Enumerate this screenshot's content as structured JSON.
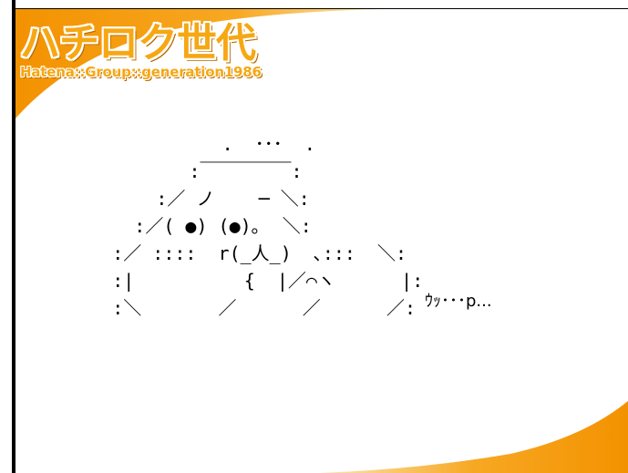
{
  "logo": {
    "title": "ハチロク世代",
    "subtitle": "Hatena::Group::generation1986"
  },
  "ascii_art": {
    "lines": [
      "               .  ･･･  .",
      "            :￣￣￣￣￣:",
      "         :／ ノ    ─ ＼:",
      "       :／( ●) (●)｡  ＼:",
      "     :／ ::::  r(_人_)  ､:::  ＼:",
      "     :|          {  |／⌒ヽ      |:",
      "     :＼       ／      ／      ／:"
    ],
    "voice": "ｳｯ･･･p..."
  },
  "colors": {
    "accent_orange": "#f6a712",
    "accent_shadow": "#b86a00"
  }
}
